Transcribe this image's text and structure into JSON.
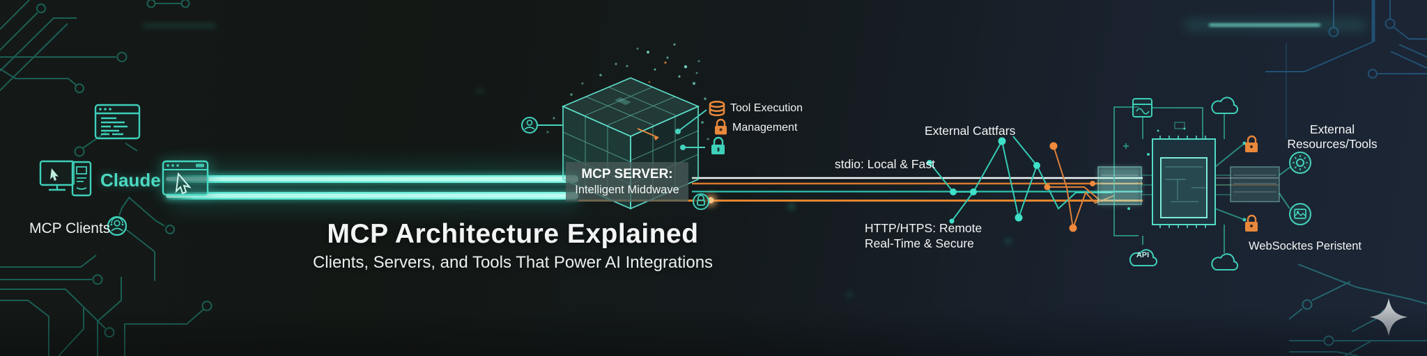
{
  "banner": {
    "title": "MCP Architecture Explained",
    "subtitle": "Clients, Servers, and Tools That Power AI Integrations"
  },
  "clients": {
    "group_label": "MCP Clients",
    "claude_label": "Claude"
  },
  "server": {
    "name_line1": "MCP SERVER:",
    "name_line2": "Intelligent Middwave",
    "capabilities": [
      {
        "icon": "database-icon",
        "label": "Tool Execution"
      },
      {
        "icon": "lock-icon",
        "label": "Management"
      }
    ]
  },
  "transports": {
    "stdio_label": "stdio: Local & Fast",
    "http_line1": "HTTP/HTPS: Remote",
    "http_line2": "Real-Time & Secure",
    "external_label": "External Cattfars",
    "websockets_label": "WebSocktes Peristent"
  },
  "resources": {
    "line1": "External",
    "line2": "Resources/Tools",
    "api_label": "API"
  },
  "icons": {
    "code_window": "code-window-icon",
    "desktop": "desktop-computer-icon",
    "browser_cursor": "browser-cursor-icon",
    "agent": "agent-headset-icon",
    "user": "user-circle-icon",
    "database": "database-icon",
    "lock": "lock-icon",
    "cloud": "cloud-icon",
    "gear": "gear-circle-icon",
    "image": "image-circle-icon",
    "api_cloud": "api-cloud-icon",
    "sparkle": "sparkle-logo-icon"
  },
  "colors": {
    "teal_bright": "#4cd9c2",
    "teal_icon": "#3fd0ba",
    "teal_trace": "#1d7163",
    "navy_trace": "#24587f",
    "orange": "#e8883c",
    "white_text": "#f3f5f5",
    "background_left": "#141918",
    "background_right": "#1c2636",
    "star_gray": "#b6bcc1"
  }
}
